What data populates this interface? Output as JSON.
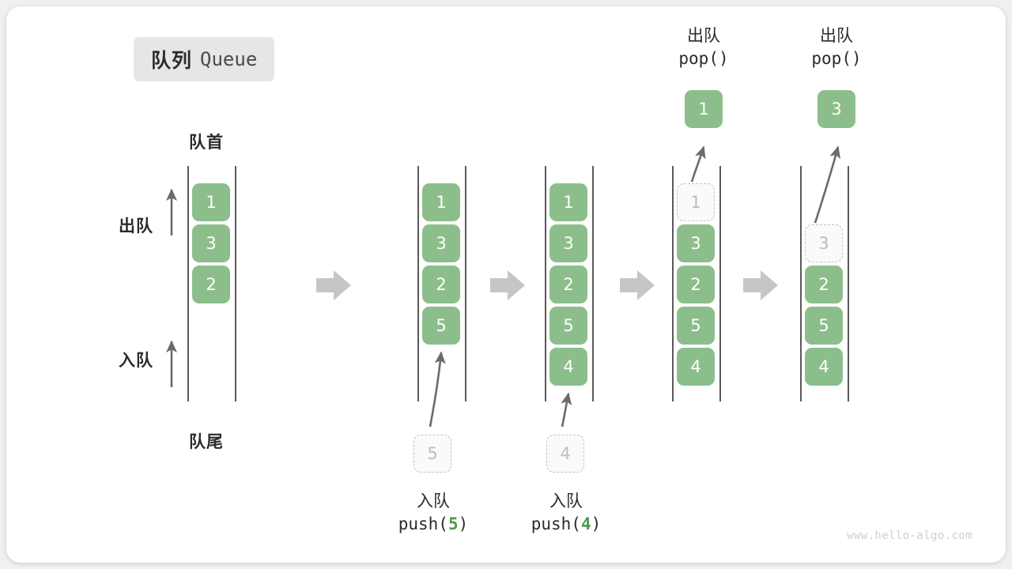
{
  "title": {
    "cn": "队列",
    "en": "Queue"
  },
  "labels": {
    "front": "队首",
    "rear": "队尾",
    "dequeue": "出队",
    "enqueue": "入队"
  },
  "colors": {
    "cell_fill": "#8cbe8c",
    "cell_text": "#ffffff",
    "ghost_border": "#c2c2c2",
    "ghost_text": "#bdbdbd",
    "rail": "#5a5a5a",
    "arrow": "#6b6b6b",
    "step_arrow": "#c6c6c6",
    "badge_bg": "#e6e6e6",
    "accent_green": "#4e9a51",
    "watermark": "#cfcfcf"
  },
  "stages": [
    {
      "id": "initial",
      "cells": [
        {
          "value": "1",
          "state": "filled"
        },
        {
          "value": "3",
          "state": "filled"
        },
        {
          "value": "2",
          "state": "filled"
        }
      ]
    },
    {
      "id": "after-push-5",
      "cells": [
        {
          "value": "1",
          "state": "filled"
        },
        {
          "value": "3",
          "state": "filled"
        },
        {
          "value": "2",
          "state": "filled"
        },
        {
          "value": "5",
          "state": "filled"
        }
      ],
      "incoming": {
        "value": "5",
        "state": "ghost"
      },
      "caption": {
        "cn": "入队",
        "code_prefix": "push(",
        "code_value": "5",
        "code_suffix": ")"
      }
    },
    {
      "id": "after-push-4",
      "cells": [
        {
          "value": "1",
          "state": "filled"
        },
        {
          "value": "3",
          "state": "filled"
        },
        {
          "value": "2",
          "state": "filled"
        },
        {
          "value": "5",
          "state": "filled"
        },
        {
          "value": "4",
          "state": "filled"
        }
      ],
      "incoming": {
        "value": "4",
        "state": "ghost"
      },
      "caption": {
        "cn": "入队",
        "code_prefix": "push(",
        "code_value": "4",
        "code_suffix": ")"
      }
    },
    {
      "id": "after-pop-1",
      "cells": [
        {
          "value": "1",
          "state": "ghost"
        },
        {
          "value": "3",
          "state": "filled"
        },
        {
          "value": "2",
          "state": "filled"
        },
        {
          "value": "5",
          "state": "filled"
        },
        {
          "value": "4",
          "state": "filled"
        }
      ],
      "popped": {
        "value": "1",
        "state": "filled"
      },
      "caption": {
        "cn": "出队",
        "code": "pop()"
      }
    },
    {
      "id": "after-pop-3",
      "cells": [
        {
          "value": "3",
          "state": "ghost"
        },
        {
          "value": "2",
          "state": "filled"
        },
        {
          "value": "5",
          "state": "filled"
        },
        {
          "value": "4",
          "state": "filled"
        }
      ],
      "popped": {
        "value": "3",
        "state": "filled"
      },
      "caption": {
        "cn": "出队",
        "code": "pop()"
      }
    }
  ],
  "watermark": "www.hello-algo.com"
}
